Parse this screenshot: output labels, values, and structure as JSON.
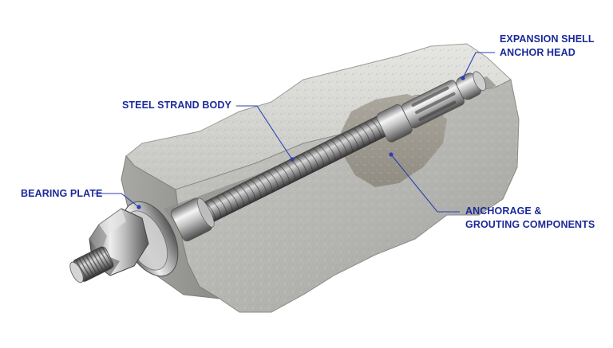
{
  "colors": {
    "label_text": "#1b2a9a",
    "leader_line": "#2a3fb0",
    "background": "#ffffff",
    "rock_light": "#d7d7d4",
    "rock_mid": "#b9b9b5",
    "rock_dark": "#8f8f8b",
    "grout": "#a29d92",
    "steel_light": "#f2f2f2",
    "steel_mid": "#b8b8b8",
    "steel_dark": "#5e5e5e"
  },
  "labels": {
    "expansion_shell": [
      "EXPANSION SHELL",
      "ANCHOR HEAD"
    ],
    "steel_strand": "STEEL STRAND BODY",
    "bearing_plate": "BEARING PLATE",
    "anchorage": [
      "ANCHORAGE &",
      "GROUTING COMPONENTS"
    ]
  },
  "icons": {
    "callout_marker": "dot-icon"
  }
}
